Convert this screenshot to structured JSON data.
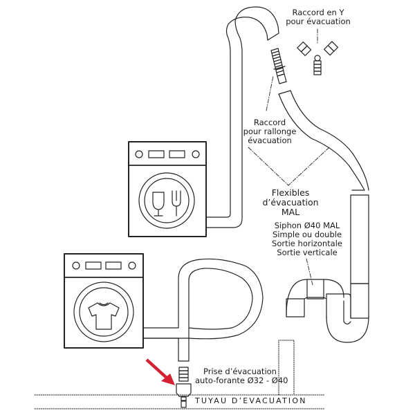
{
  "diagram": {
    "title": "Installation évacuation lave-vaisselle et lave-linge",
    "labels": {
      "y_connector": [
        "Raccord en Y",
        "pour évacuation"
      ],
      "extension_connector": [
        "Raccord",
        "pour rallonge",
        "évacuation"
      ],
      "drain_hoses": [
        "Flexibles",
        "d’évacuation",
        "MAL"
      ],
      "siphon": [
        "Siphon Ø40 MAL",
        "Simple ou double",
        "Sortie horizontale",
        "Sortie verticale"
      ],
      "self_drilling_outlet": [
        "Prise d’évacuation",
        "auto-forante Ø32 - Ø40"
      ],
      "drain_pipe": "TUYAU D’EVACUATION"
    },
    "appliances": [
      {
        "name": "dishwasher",
        "icon": "glass-and-fork-icon"
      },
      {
        "name": "washing-machine",
        "icon": "t-shirt-icon"
      }
    ],
    "colors": {
      "line": "#222222",
      "arrow": "#d42030",
      "background": "#ffffff"
    }
  }
}
